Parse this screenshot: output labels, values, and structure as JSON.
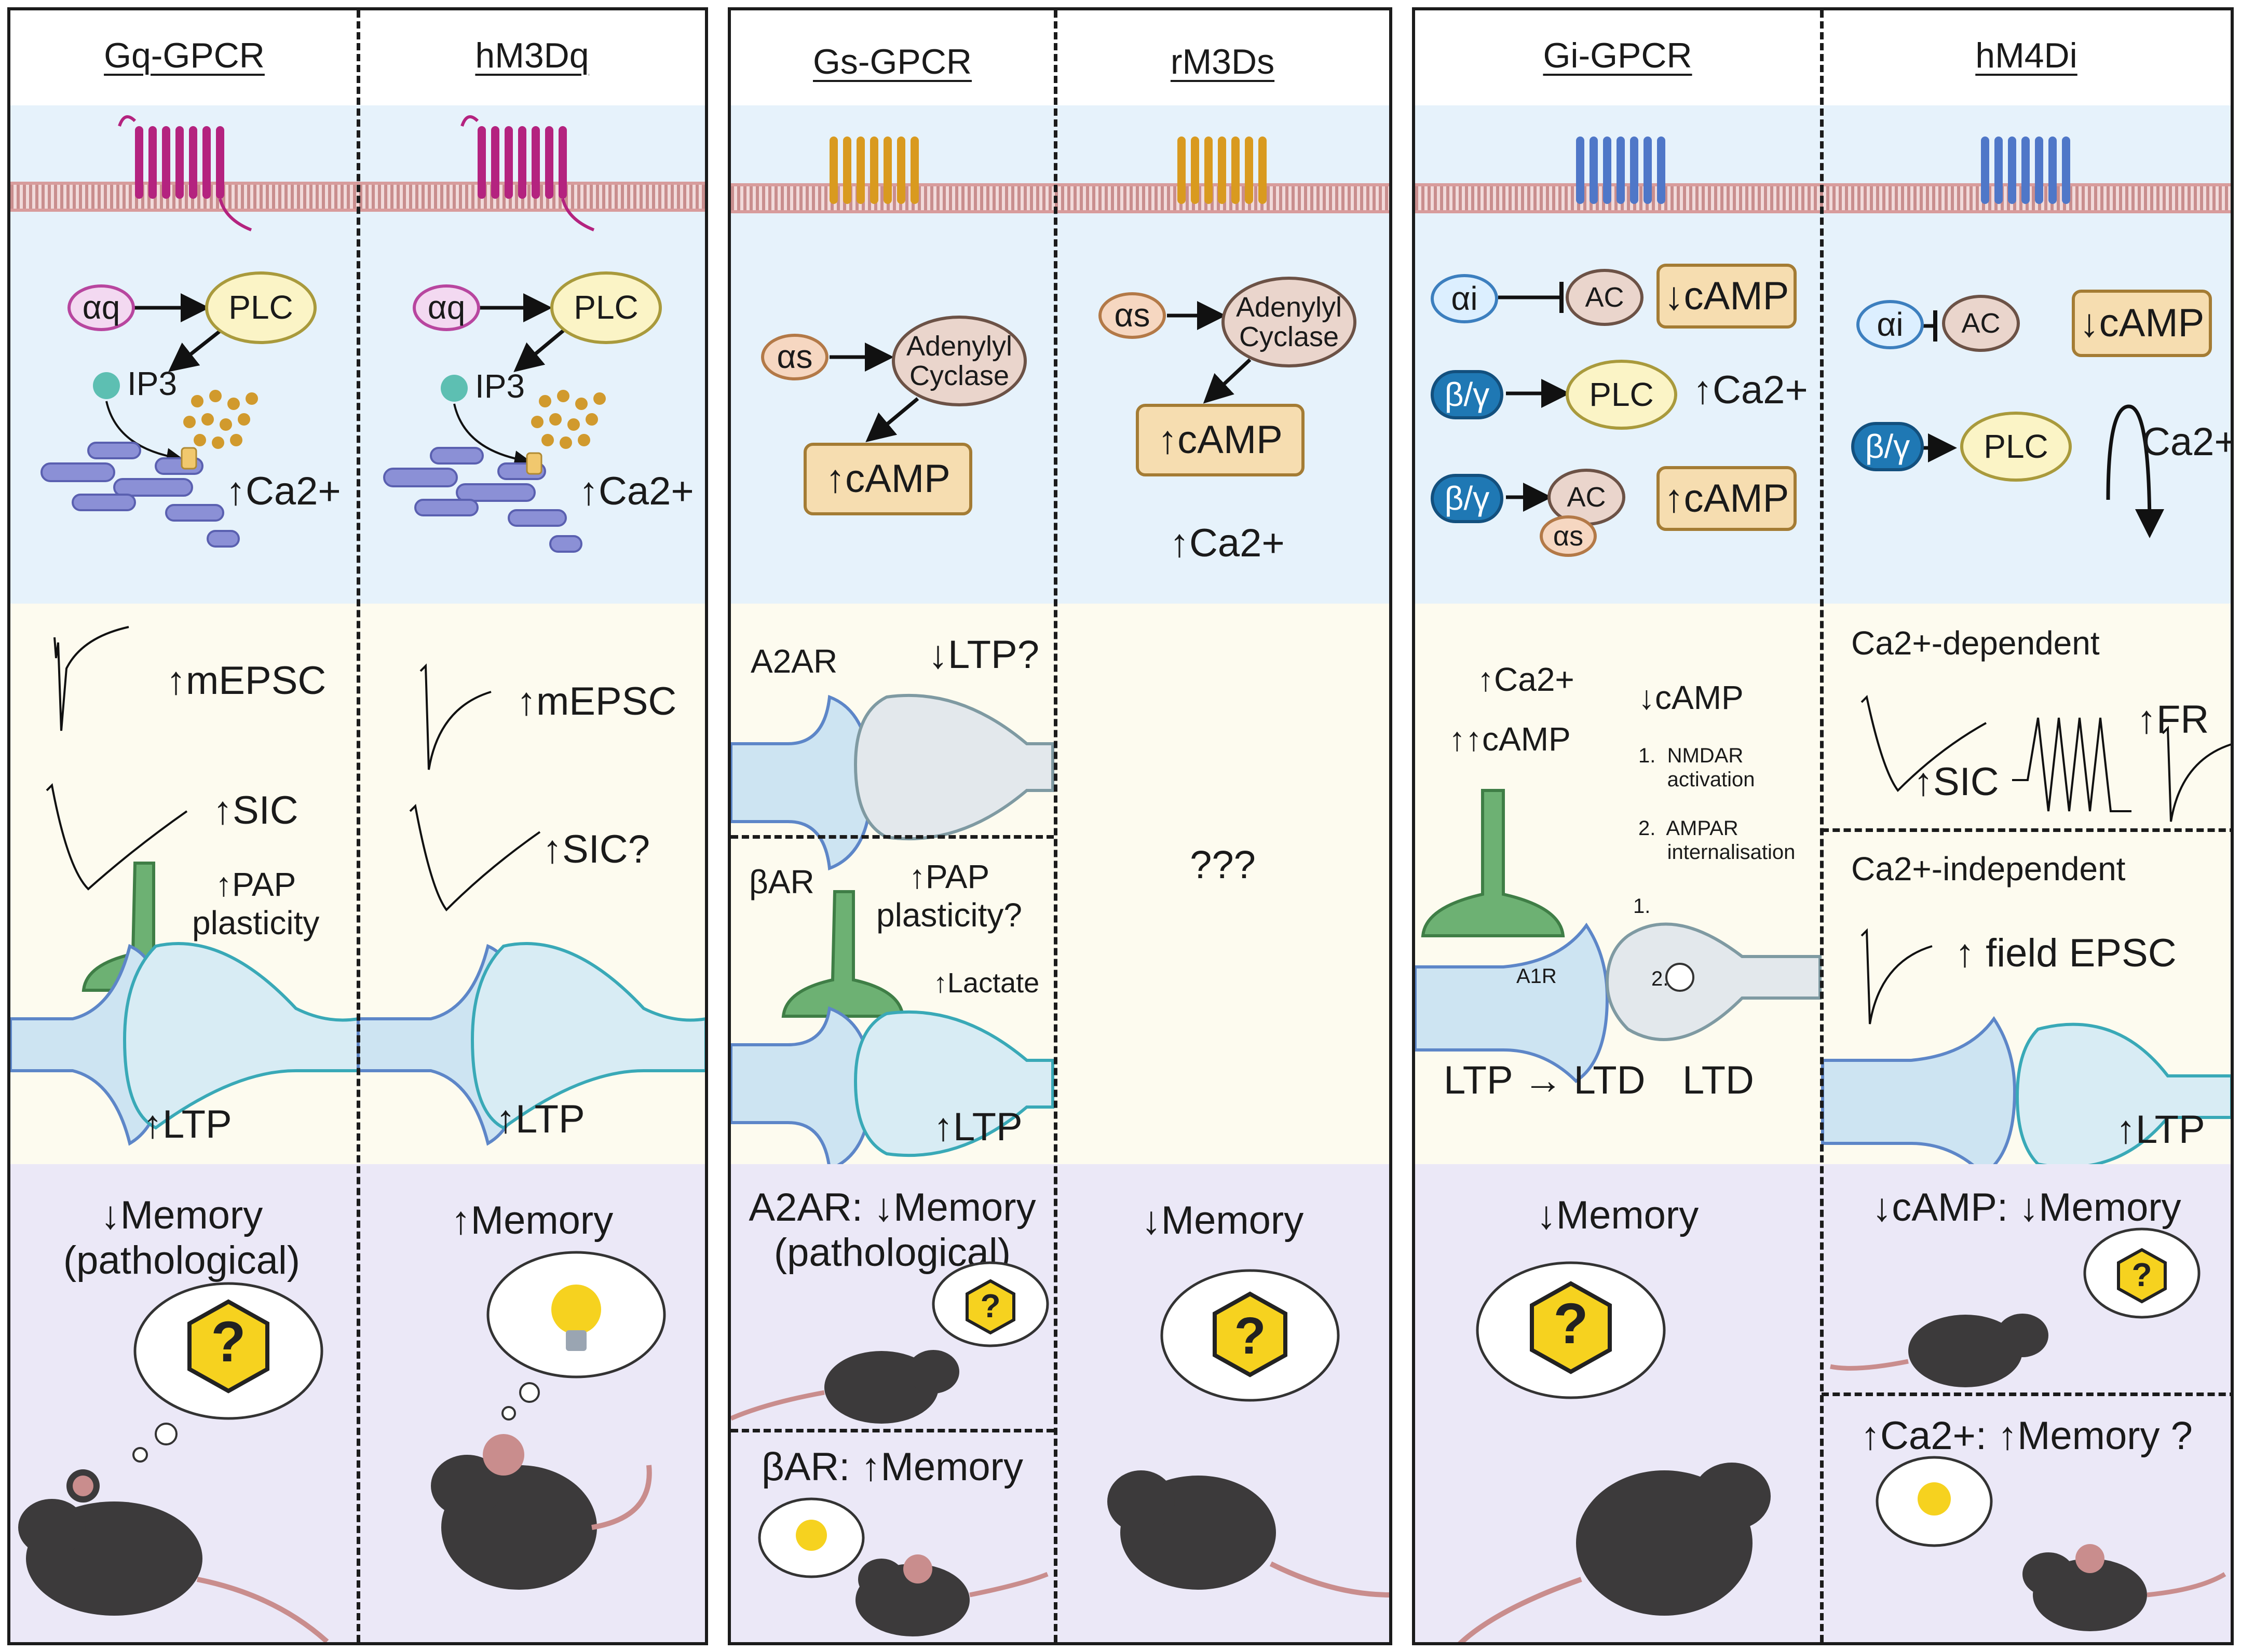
{
  "panels": {
    "gq": {
      "headers": [
        "Gq-GPCR",
        "hM3Dq"
      ],
      "left": {
        "aq": "αq",
        "plc": "PLC",
        "ip3": "IP3",
        "ca": "↑Ca2+",
        "mepsc": "↑mEPSC",
        "sic": "↑SIC",
        "pap": "↑PAP\nplasticity",
        "ltp": "↑LTP",
        "memory": "↓Memory\n(pathological)"
      },
      "right": {
        "aq": "αq",
        "plc": "PLC",
        "ip3": "IP3",
        "ca": "↑Ca2+",
        "mepsc": "↑mEPSC",
        "sic": "↑SIC?",
        "ltp": "↑LTP",
        "memory": "↑Memory"
      }
    },
    "gs": {
      "headers": [
        "Gs-GPCR",
        "rM3Ds"
      ],
      "left": {
        "as": "αs",
        "ac": "Adenylyl\nCyclase",
        "camp": "↑cAMP",
        "a2ar": "A2AR",
        "ltp_q": "↓LTP?",
        "bar": "βAR",
        "pap": "↑PAP\nplasticity?",
        "lactate": "↑Lactate",
        "ltp": "↑LTP",
        "memory_a2ar": "A2AR: ↓Memory\n(pathological)",
        "memory_bar": "βAR: ↑Memory"
      },
      "right": {
        "as": "αs",
        "ac": "Adenylyl\nCyclase",
        "camp": "↑cAMP",
        "ca": "↑Ca2+",
        "unknown": "???",
        "memory": "↓Memory"
      }
    },
    "gi": {
      "headers": [
        "Gi-GPCR",
        "hM4Di"
      ],
      "left": {
        "ai": "αi",
        "ac": "AC",
        "camp_down": "↓cAMP",
        "bg": "β/γ",
        "plc": "PLC",
        "ca": "↑Ca2+",
        "as": "αs",
        "camp_up": "↑cAMP",
        "ca2": "↑Ca2+",
        "camp2": "↑↑cAMP",
        "camp3": "↓cAMP",
        "nmdar": "1.  NMDAR\n     activation",
        "ampar": "2.  AMPAR\n     internalisation",
        "a1r": "A1R",
        "mark1": "1.",
        "mark2": "2.",
        "ltp_ltd": "LTP → LTD",
        "ltd": "LTD",
        "memory": "↓Memory"
      },
      "right": {
        "ai": "αi",
        "ac": "AC",
        "camp": "↓cAMP",
        "bg": "β/γ",
        "plc": "PLC",
        "ca": "Ca2+",
        "dep": "Ca2+-dependent",
        "sic": "↑SIC",
        "fr": "↑FR",
        "indep": "Ca2+-independent",
        "fepsc": "↑ field EPSC",
        "ltp": "↑LTP",
        "memory_camp": "↓cAMP:  ↓Memory",
        "memory_ca": "↑Ca2+:  ↑Memory ?"
      }
    }
  },
  "colors": {
    "gq_receptor": "#b4237f",
    "gs_receptor": "#d99a1f",
    "gi_receptor": "#4f77c8",
    "astrocyte": "#5fa36a",
    "neuron": "#cde4f2",
    "mouse": "#3c3a3b"
  }
}
